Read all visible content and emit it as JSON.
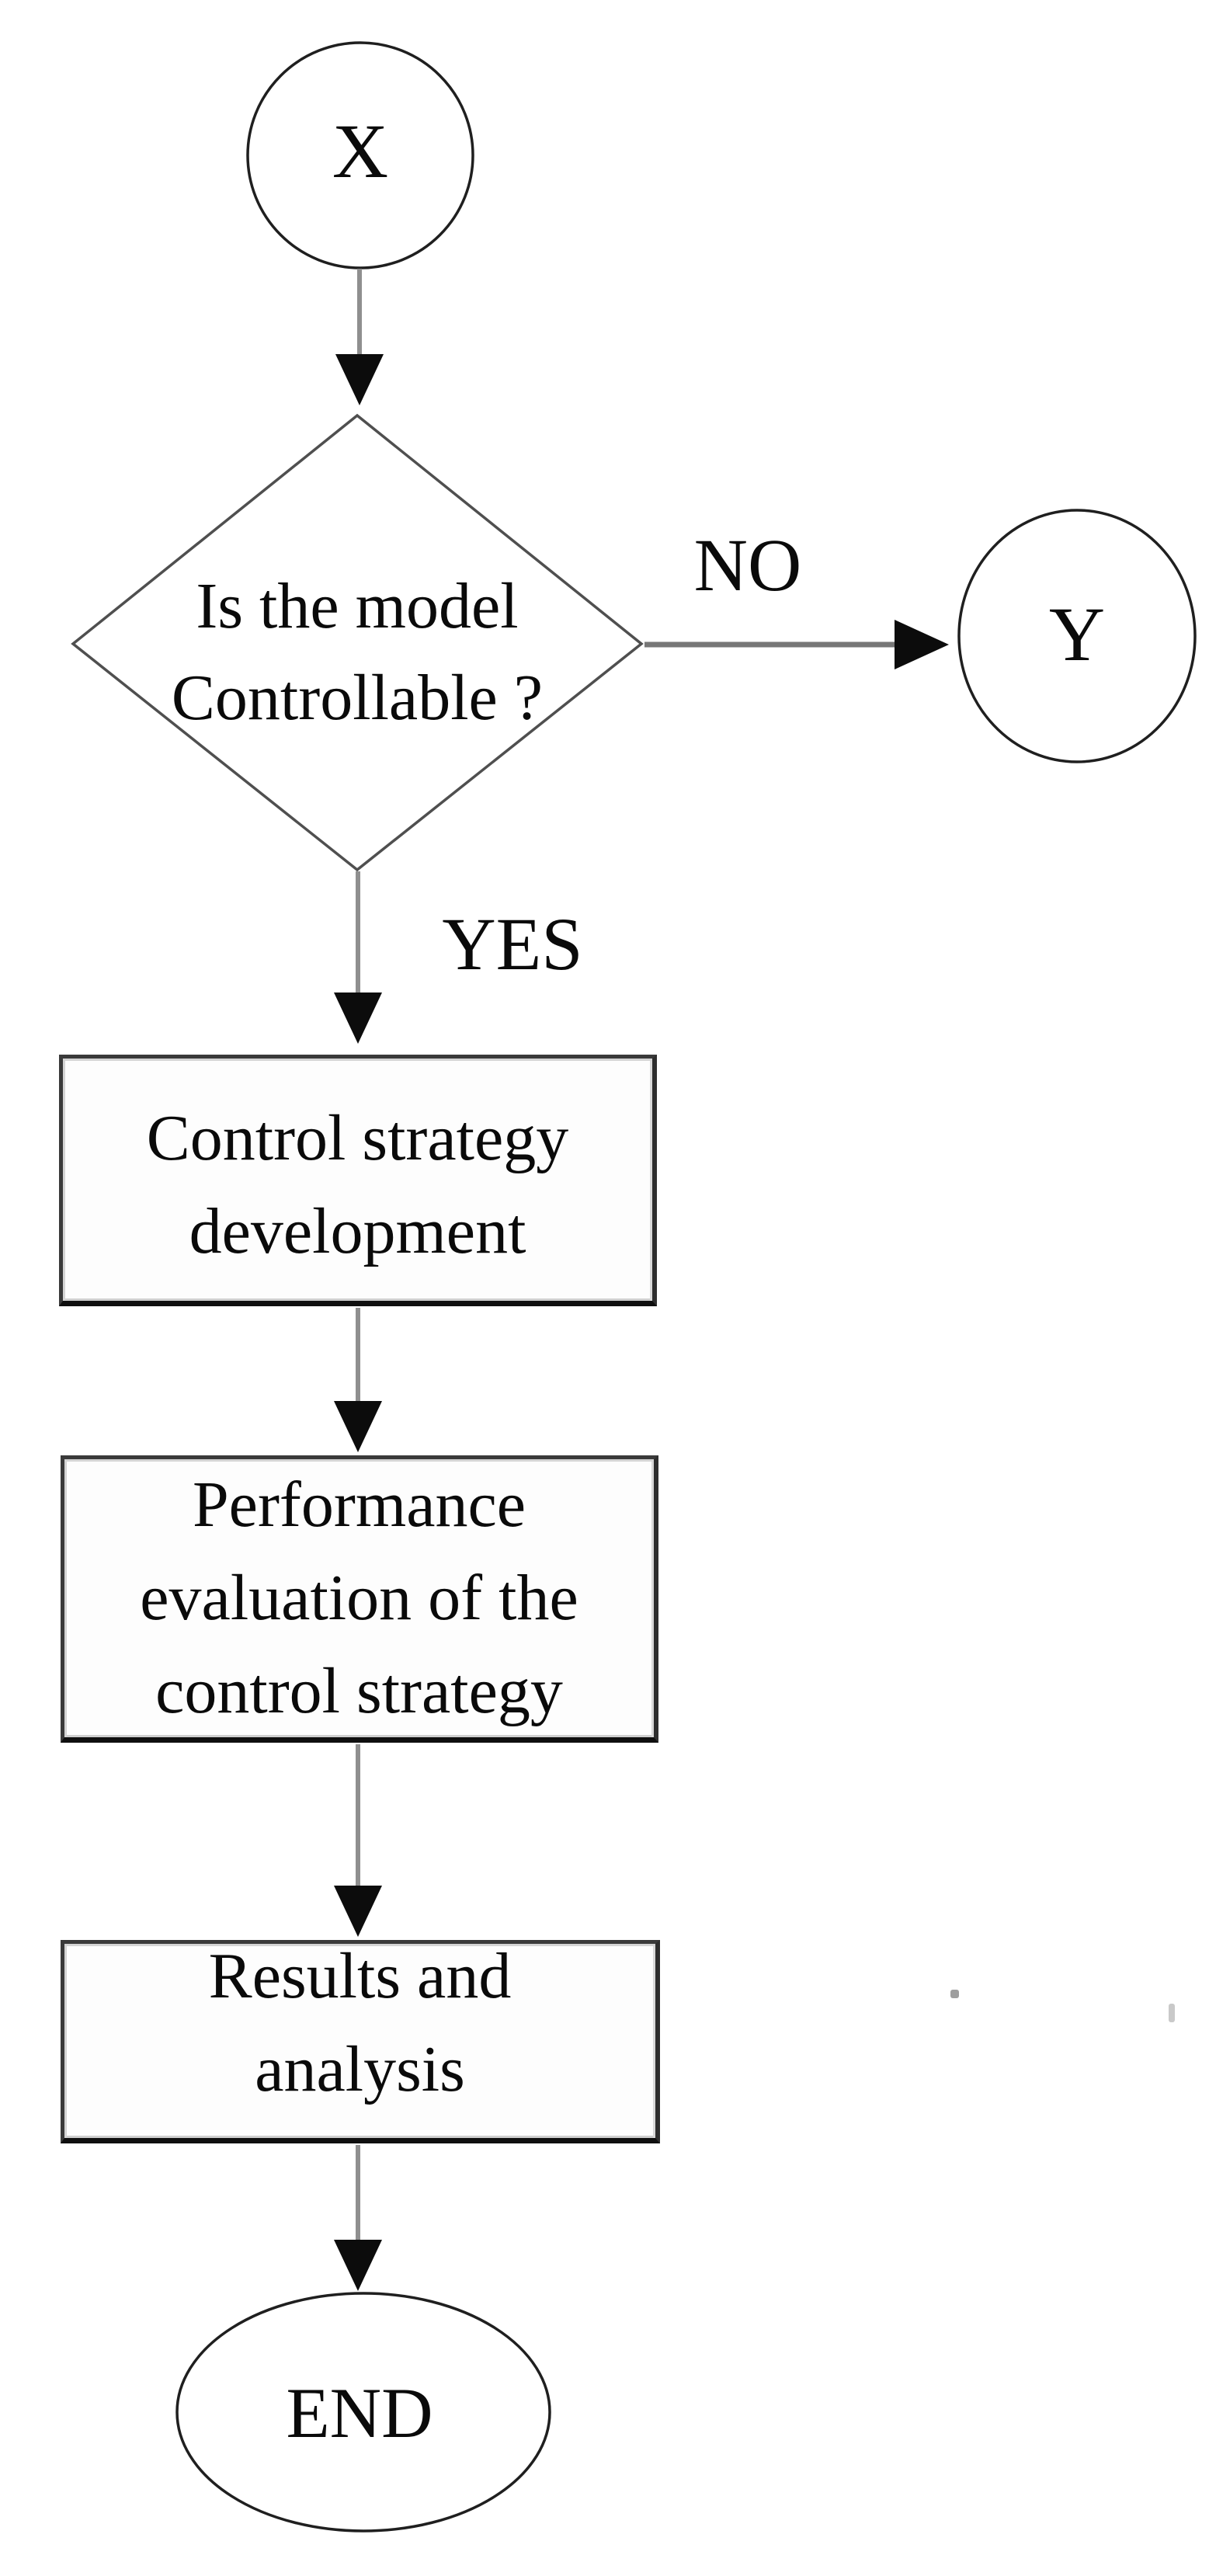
{
  "colors": {
    "ink": "#0c0c0c",
    "terminal_outline": "#1f1f1f",
    "diamond_outline": "#4f4f4f",
    "connector_gray": "#8f8f8f",
    "connector_dark": "#777777",
    "arrowhead": "#0c0c0c"
  },
  "flowchart": {
    "start": {
      "label": "X"
    },
    "decision": {
      "line1": "Is the model",
      "line2": "Controllable ?"
    },
    "branch_no": {
      "label": "NO"
    },
    "terminator_no": {
      "label": "Y"
    },
    "branch_yes": {
      "label": "YES"
    },
    "process_1": {
      "line1": "Control strategy",
      "line2": "development"
    },
    "process_2": {
      "line1": "Performance",
      "line2": "evaluation of the",
      "line3": "control strategy"
    },
    "process_3": {
      "line1": "Results and",
      "line2": "analysis"
    },
    "end": {
      "label": "END"
    }
  }
}
